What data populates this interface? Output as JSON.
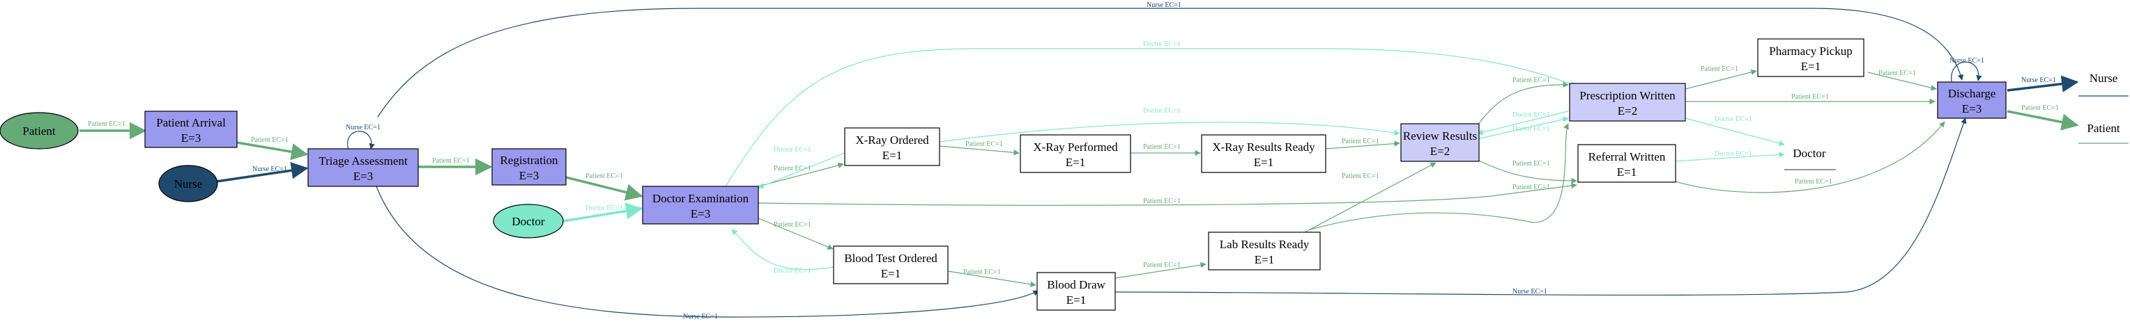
{
  "colors": {
    "patient": "#66aa77",
    "nurse": "#1f4a6e",
    "doctor": "#7ee8c8",
    "activity_dark": "#9999ee",
    "activity_light": "#ccccf8",
    "activity_white": "#ffffff"
  },
  "start_nodes": [
    {
      "id": "patient",
      "label": "Patient"
    },
    {
      "id": "nurse",
      "label": "Nurse"
    },
    {
      "id": "doctor",
      "label": "Doctor"
    }
  ],
  "end_labels": [
    {
      "id": "end-nurse",
      "label": "Nurse"
    },
    {
      "id": "end-patient",
      "label": "Patient"
    },
    {
      "id": "end-doctor",
      "label": "Doctor"
    }
  ],
  "activities": [
    {
      "id": "patient-arrival",
      "line1": "Patient Arrival",
      "line2": "E=3"
    },
    {
      "id": "triage",
      "line1": "Triage Assessment",
      "line2": "E=3"
    },
    {
      "id": "registration",
      "line1": "Registration",
      "line2": "E=3"
    },
    {
      "id": "doctor-exam",
      "line1": "Doctor Examination",
      "line2": "E=3"
    },
    {
      "id": "xray-ordered",
      "line1": "X-Ray Ordered",
      "line2": "E=1"
    },
    {
      "id": "blood-test-ordered",
      "line1": "Blood Test Ordered",
      "line2": "E=1"
    },
    {
      "id": "xray-performed",
      "line1": "X-Ray Performed",
      "line2": "E=1"
    },
    {
      "id": "blood-draw",
      "line1": "Blood Draw",
      "line2": "E=1"
    },
    {
      "id": "xray-results",
      "line1": "X-Ray Results Ready",
      "line2": "E=1"
    },
    {
      "id": "lab-results",
      "line1": "Lab Results Ready",
      "line2": "E=1"
    },
    {
      "id": "review-results",
      "line1": "Review Results",
      "line2": "E=2"
    },
    {
      "id": "prescription",
      "line1": "Prescription Written",
      "line2": "E=2"
    },
    {
      "id": "referral",
      "line1": "Referral Written",
      "line2": "E=1"
    },
    {
      "id": "pharmacy",
      "line1": "Pharmacy Pickup",
      "line2": "E=1"
    },
    {
      "id": "discharge",
      "line1": "Discharge",
      "line2": "E=3"
    }
  ],
  "edge_labels": {
    "patient_ec1": "Patient EC=1",
    "nurse_ec1": "Nurse EC=1",
    "doctor_ec1": "Doctor EC=1"
  }
}
